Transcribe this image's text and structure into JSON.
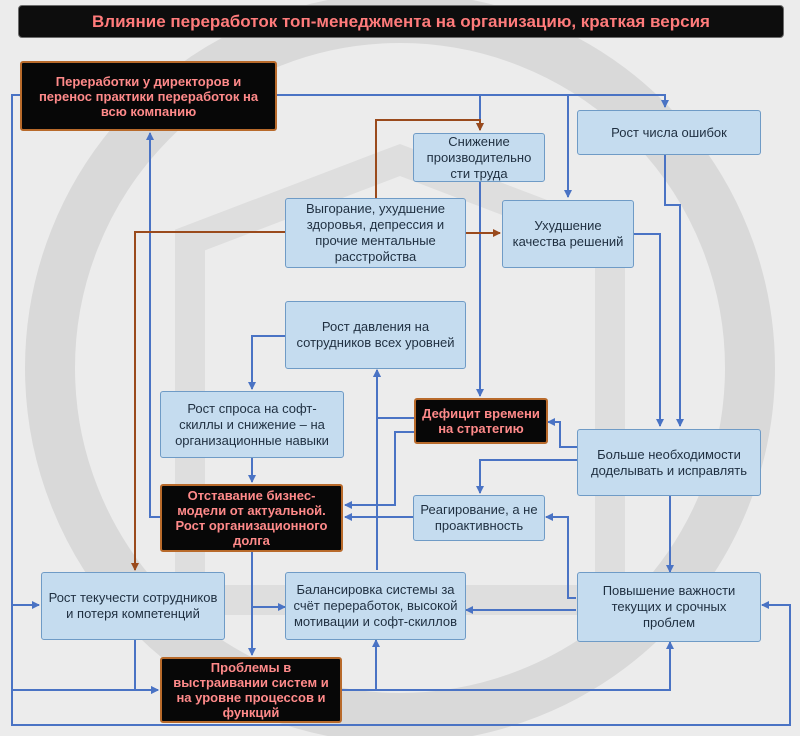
{
  "title": "Влияние переработок топ-менеджмента на организацию, краткая версия",
  "colors": {
    "blue_fill": "#c5dcef",
    "blue_border": "#6f9bc6",
    "dark_fill": "#070707",
    "dark_text": "#ff8a8a",
    "brown_edge": "#9a4a1c",
    "blue_edge": "#4a73c4"
  },
  "nodes": {
    "n1": "Переработки у директоров и перенос практики переработок на всю компанию",
    "n2": "Снижение производительно сти труда",
    "n3": "Рост числа ошибок",
    "n4": "Выгорание, ухудшение здоровья, депрессия и прочие ментальные расстройства",
    "n5": "Ухудшение качества решений",
    "n6": "Рост давления на сотрудников всех уровней",
    "n7": "Рост спроса на софт-скиллы и снижение – на организационные навыки",
    "n8": "Дефицит времени на стратегию",
    "n9": "Больше необходимости доделывать и исправлять",
    "n10": "Отставание бизнес-модели от актуальной. Рост организационного долга",
    "n11": "Реагирование, а не проактивность",
    "n12": "Рост текучести сотрудников и потеря компетенций",
    "n13": "Балансировка системы за счёт переработок, высокой мотивации и софт-скиллов",
    "n14": "Повышение важности текущих и срочных проблем",
    "n15": "Проблемы в выстраивании систем и на уровне процессов и функций"
  }
}
